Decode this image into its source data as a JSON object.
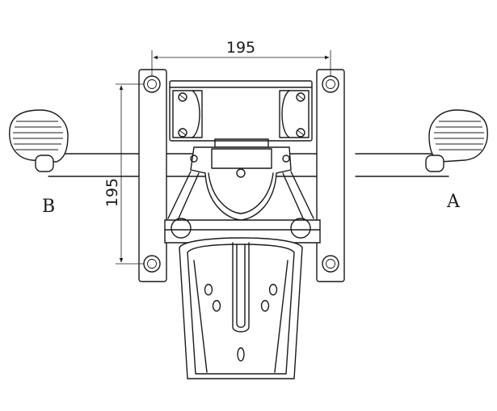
{
  "dimensions": {
    "horizontal": "195",
    "vertical": "195"
  },
  "labels": {
    "left": "B",
    "right": "A"
  }
}
